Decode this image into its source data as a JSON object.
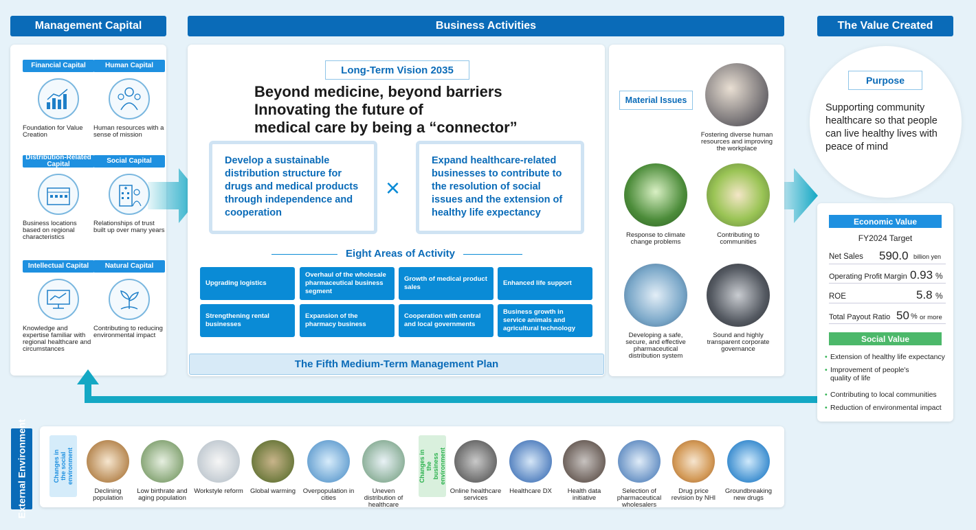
{
  "headers": {
    "capital": "Management Capital",
    "activities": "Business Activities",
    "value": "The Value Created"
  },
  "capitals": [
    {
      "tag": "Financial Capital",
      "desc": "Foundation for Value Creation",
      "icon": "bar-chart-icon"
    },
    {
      "tag": "Human Capital",
      "desc": "Human resources with a sense of mission",
      "icon": "people-icon"
    },
    {
      "tag": "Distribution-Related Capital",
      "desc": "Business locations based on regional characteristics",
      "icon": "building-icon"
    },
    {
      "tag": "Social Capital",
      "desc": "Relationships of trust built up over many years",
      "icon": "hospital-icon"
    },
    {
      "tag": "Intellectual Capital",
      "desc": "Knowledge and expertise familiar with regional healthcare and circumstances",
      "icon": "monitor-icon"
    },
    {
      "tag": "Natural Capital",
      "desc": "Contributing to reducing environmental impact",
      "icon": "sprout-icon"
    }
  ],
  "vision": {
    "label": "Long-Term Vision 2035",
    "line1": "Beyond medicine, beyond barriers",
    "line2": "Innovating the future of",
    "line3": "medical care by being a “connector”"
  },
  "pillars": [
    "Develop a sustainable distribution structure for drugs and medical products through independence and cooperation",
    "Expand healthcare-related businesses to contribute to the resolution of social issues and the extension of healthy life expectancy"
  ],
  "times_symbol": "×",
  "eight_title": "Eight Areas of Activity",
  "activities": [
    "Upgrading logistics",
    "Overhaul of the wholesale pharmaceutical business segment",
    "Growth of medical product sales",
    "Enhanced life support",
    "Strengthening rental businesses",
    "Expansion of the pharmacy business",
    "Cooperation with central and local governments",
    "Business growth in service animals and agricultural technology"
  ],
  "plan": "The Fifth Medium-Term Management Plan",
  "material": {
    "label": "Material Issues",
    "items": [
      "Fostering diverse human resources and improving the workplace",
      "Response to climate change problems",
      "Contributing to communities",
      "Developing a safe, secure, and effective pharmaceutical distribution system",
      "Sound and highly transparent corporate governance"
    ]
  },
  "purpose": {
    "label": "Purpose",
    "text": "Supporting community healthcare so that people can live healthy lives with peace of mind"
  },
  "economic": {
    "label": "Economic Value",
    "target": "FY2024 Target",
    "net_sales_label": "Net Sales",
    "net_sales": "590.0",
    "net_sales_unit": "billion yen",
    "opm_label": "Operating Profit Margin",
    "opm": "0.93",
    "opm_unit": "%",
    "roe_label": "ROE",
    "roe": "5.8",
    "roe_unit": "%",
    "payout_label": "Total Payout Ratio",
    "payout": "50",
    "payout_unit": "%",
    "payout_suffix": "or more"
  },
  "social": {
    "label": "Social Value",
    "items": [
      "Extension of healthy life expectancy",
      "Improvement of people's quality of life",
      "Contributing to local communities",
      "Reduction of environmental impact"
    ]
  },
  "external": {
    "label": "External Environment",
    "social_label": "Changes in the social environment",
    "business_label": "Changes in the business environment",
    "social_items": [
      "Declining population",
      "Low birthrate and aging population",
      "Workstyle reform",
      "Global warming",
      "Overpopulation in cities",
      "Uneven distribution of healthcare"
    ],
    "business_items": [
      "Online healthcare services",
      "Healthcare DX",
      "Health data initiative",
      "Selection of pharmaceutical wholesalers",
      "Drug price revision by NHI",
      "Groundbreaking new drugs"
    ]
  },
  "colors": {
    "primary": "#0a6bb8",
    "accent": "#0a8bd6",
    "teal": "#14a8c4",
    "green": "#2bb14d"
  }
}
